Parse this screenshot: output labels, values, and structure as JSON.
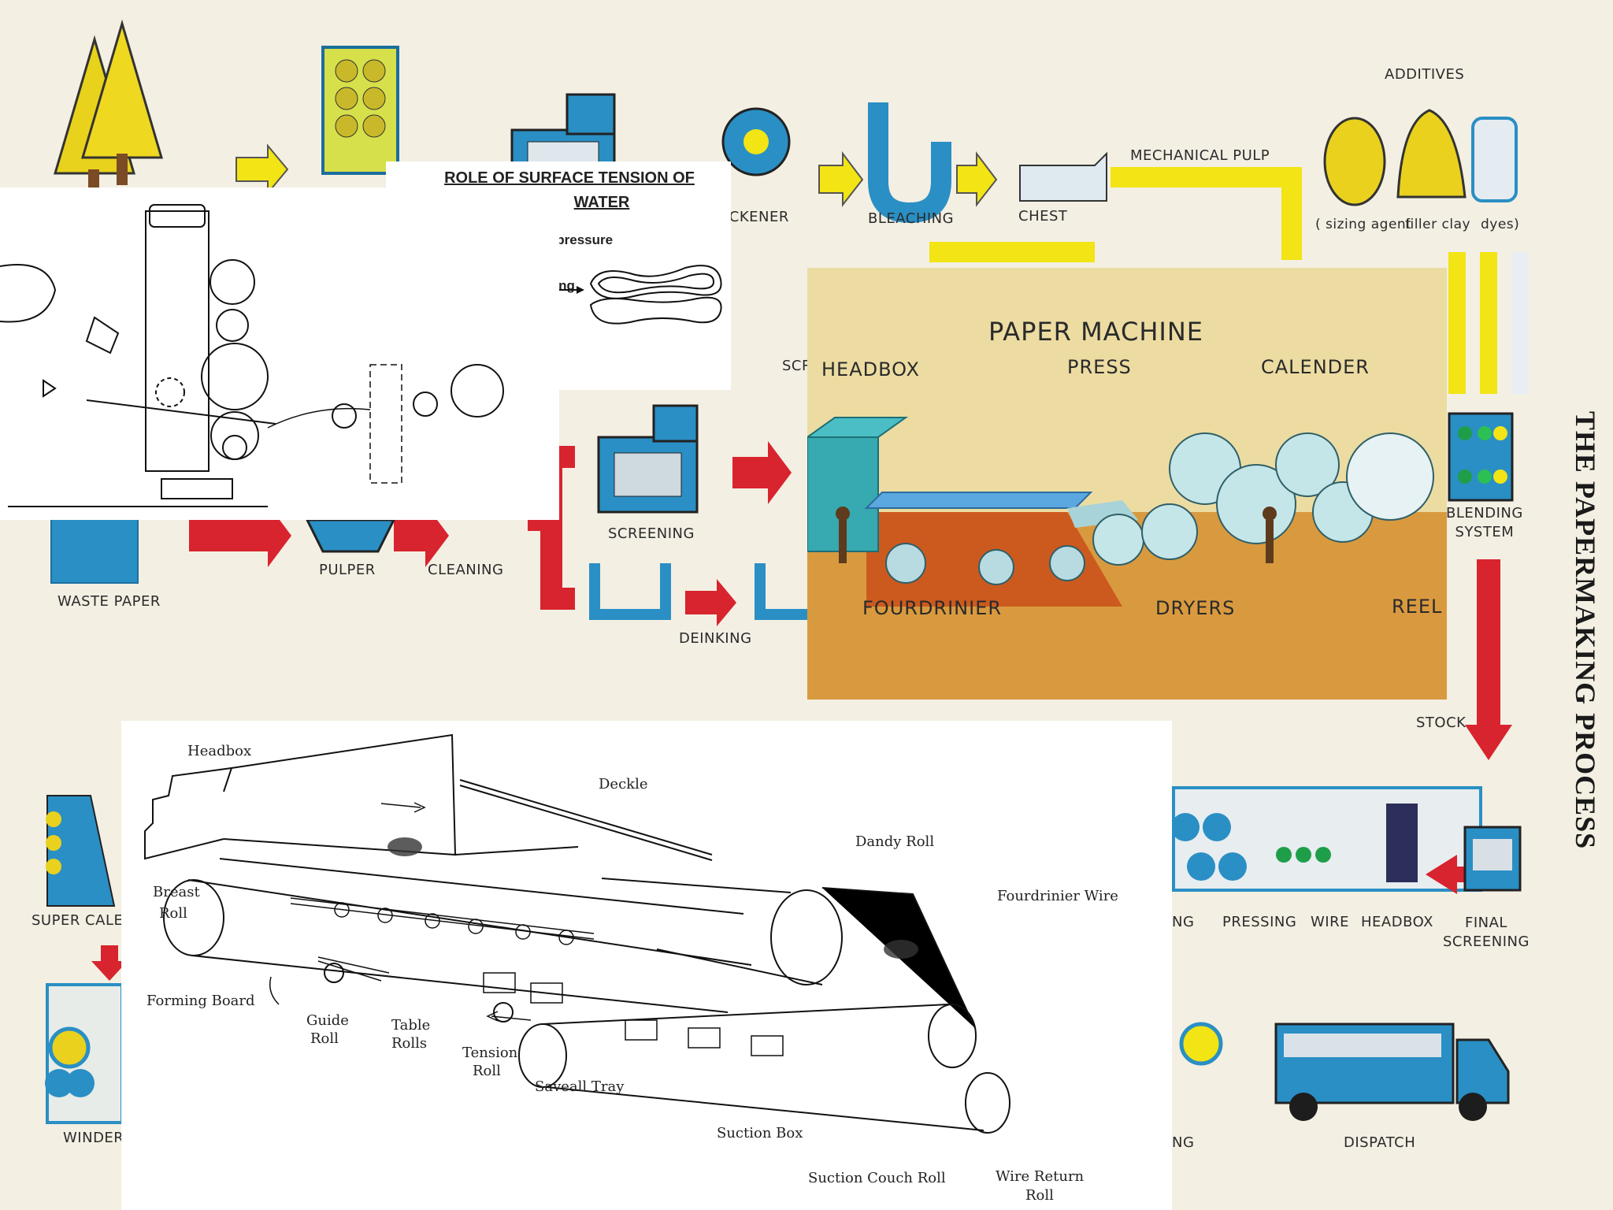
{
  "side_title": "THE PAPERMAKING PROCESS",
  "process_labels": {
    "additives": "ADDITIVES",
    "mechanical_pulp": "MECHANICAL PULP",
    "bleaching": "BLEACHING",
    "chest": "CHEST",
    "thickener": "ICKENER",
    "sizing_agent": "( sizing agent",
    "filler_clay": "filler clay",
    "dyes": "dyes)",
    "scr_partial": "SCR",
    "blending_system": "BLENDING\nSYSTEM",
    "screening": "SCREENING",
    "pulper": "PULPER",
    "cleaning": "CLEANING",
    "waste_paper": "WASTE PAPER",
    "deinking": "DEINKING",
    "stock": "STOCK",
    "pressing": "PRESSING",
    "wire": "WIRE",
    "headbox": "HEADBOX",
    "final_screening": "FINAL\nSCREENING",
    "super_calender": "SUPER CALE",
    "winder": "WINDER",
    "dispatch": "DISPATCH",
    "ng_1": "NG",
    "ng_2": "NG"
  },
  "surface_tension": {
    "title_line1": "ROLE  OF  SURFACE  TENSION  OF",
    "title_line2": "WATER",
    "reduced_pressure": "educed  pressure",
    "drying": "Drying"
  },
  "paper_machine": {
    "title": "PAPER  MACHINE",
    "headbox": "HEADBOX",
    "press": "PRESS",
    "calender": "CALENDER",
    "fourdrinier": "FOURDRINIER",
    "dryers": "DRYERS",
    "reel": "REEL"
  },
  "fourdrinier_diagram": {
    "headbox": "Headbox",
    "deckle": "Deckle",
    "dandy_roll": "Dandy  Roll",
    "fourdrinier_wire": "Fourdrinier  Wire",
    "breast_roll_1": "Breast",
    "breast_roll_2": "Roll",
    "forming_board": "Forming  Board",
    "guide_roll_1": "Guide",
    "guide_roll_2": "Roll",
    "table_rolls_1": "Table",
    "table_rolls_2": "Rolls",
    "tension_roll_1": "Tension",
    "tension_roll_2": "Roll",
    "saveall_tray": "Saveall  Tray",
    "suction_box": "Suction  Box",
    "suction_couch_roll": "Suction  Couch  Roll",
    "wire_return_roll_1": "Wire  Return",
    "wire_return_roll_2": "Roll"
  },
  "colors": {
    "background": "#f3efe3",
    "yellow": "#f2e415",
    "red": "#d8242e",
    "blue": "#2a8fc4",
    "paper_machine_bg": "#ecdca2"
  }
}
